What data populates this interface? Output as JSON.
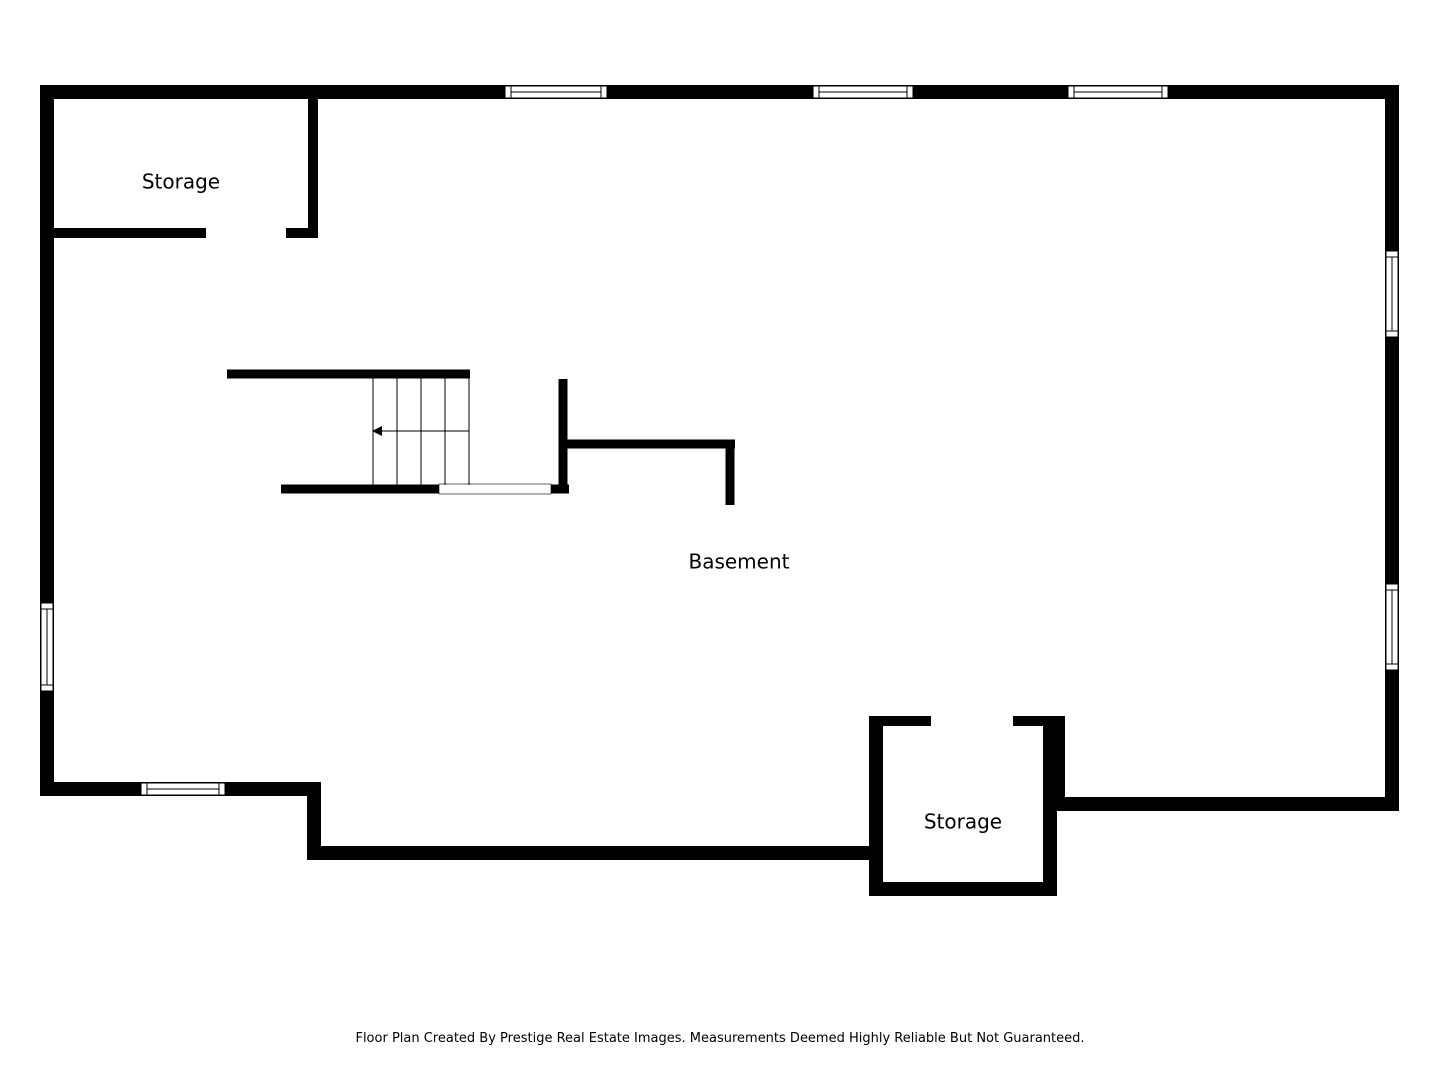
{
  "plan": {
    "rooms": {
      "storage_top_left": "Storage",
      "basement": "Basement",
      "storage_bottom": "Storage"
    },
    "footer_note": "Floor Plan Created By Prestige Real Estate Images. Measurements Deemed Highly Reliable But Not Guaranteed."
  },
  "colors": {
    "wall": "#000000",
    "background": "#ffffff"
  }
}
